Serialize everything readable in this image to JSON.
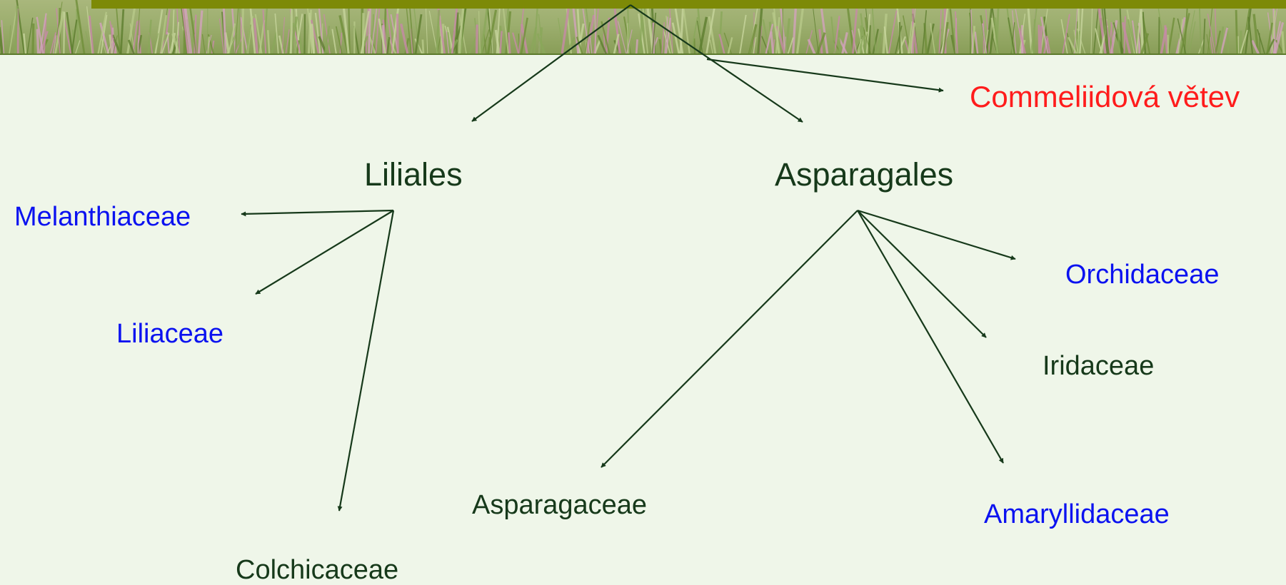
{
  "colors": {
    "background": "#eff6e9",
    "arrow": "#16391a",
    "dark_green": "#16391a",
    "blue": "#0b12f0",
    "red": "#ff1c1c",
    "banner_bar": "#7d8a07"
  },
  "nodes": {
    "commeliid": {
      "label": "Commeliidová větev",
      "color": "#ff1c1c"
    },
    "liliales": {
      "label": "Liliales",
      "color": "#16391a"
    },
    "asparagales": {
      "label": "Asparagales",
      "color": "#16391a"
    },
    "melanthiaceae": {
      "label": "Melanthiaceae",
      "color": "#0b12f0"
    },
    "liliaceae": {
      "label": "Liliaceae",
      "color": "#0b12f0"
    },
    "colchicaceae": {
      "label": "Colchicaceae",
      "color": "#16391a"
    },
    "asparagaceae": {
      "label": "Asparagaceae",
      "color": "#16391a"
    },
    "orchidaceae": {
      "label": "Orchidaceae",
      "color": "#0b12f0"
    },
    "iridaceae": {
      "label": "Iridaceae",
      "color": "#16391a"
    },
    "amaryllidaceae": {
      "label": "Amaryllidaceae",
      "color": "#0b12f0"
    }
  },
  "edges": [
    {
      "from": "root",
      "to": "liliales"
    },
    {
      "from": "root",
      "to": "asparagales"
    },
    {
      "from": "root",
      "to": "commeliid"
    },
    {
      "from": "liliales",
      "to": "melanthiaceae"
    },
    {
      "from": "liliales",
      "to": "liliaceae"
    },
    {
      "from": "liliales",
      "to": "colchicaceae"
    },
    {
      "from": "asparagales",
      "to": "orchidaceae"
    },
    {
      "from": "asparagales",
      "to": "iridaceae"
    },
    {
      "from": "asparagales",
      "to": "amaryllidaceae"
    },
    {
      "from": "asparagales",
      "to": "asparagaceae"
    }
  ]
}
